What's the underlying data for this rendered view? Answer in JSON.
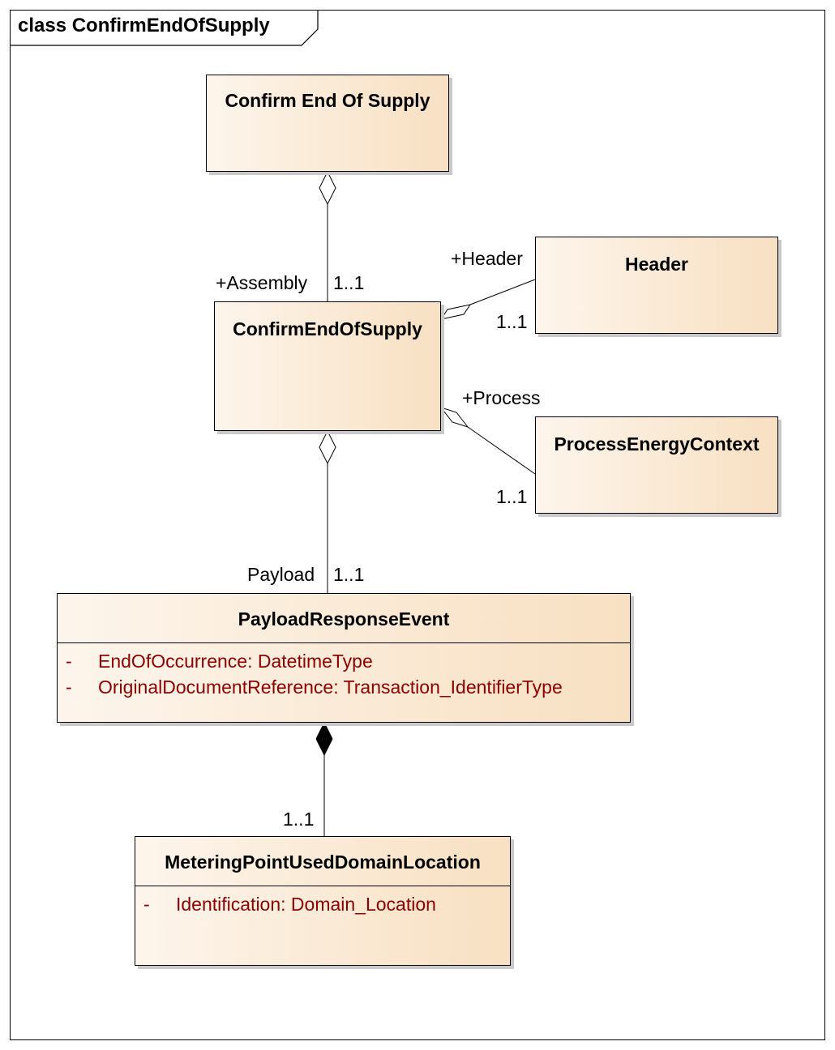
{
  "frame": {
    "title": "class ConfirmEndOfSupply"
  },
  "classes": {
    "confirm_end_of_supply": {
      "name": "Confirm End Of Supply"
    },
    "confirm_end_of_supply_assembly": {
      "name": "ConfirmEndOfSupply"
    },
    "header": {
      "name": "Header"
    },
    "process_energy_context": {
      "name": "ProcessEnergyContext"
    },
    "payload_response_event": {
      "name": "PayloadResponseEvent",
      "attributes": [
        {
          "visibility": "-",
          "text": "EndOfOccurrence: DatetimeType"
        },
        {
          "visibility": "-",
          "text": "OriginalDocumentReference: Transaction_IdentifierType"
        }
      ]
    },
    "metering_point": {
      "name": "MeteringPointUsedDomainLocation",
      "attributes": [
        {
          "visibility": "-",
          "text": "Identification: Domain_Location"
        }
      ]
    }
  },
  "associations": {
    "assembly": {
      "role": "+Assembly",
      "multiplicity": "1..1"
    },
    "header": {
      "role": "+Header",
      "multiplicity": "1..1"
    },
    "process": {
      "role": "+Process",
      "multiplicity": "1..1"
    },
    "payload": {
      "role": "Payload",
      "multiplicity": "1..1"
    },
    "location": {
      "multiplicity": "1..1"
    }
  },
  "colors": {
    "class_fill_light": "#fdf5ec",
    "class_fill_dark": "#f8e0c2",
    "attribute_text": "#8b0000"
  }
}
